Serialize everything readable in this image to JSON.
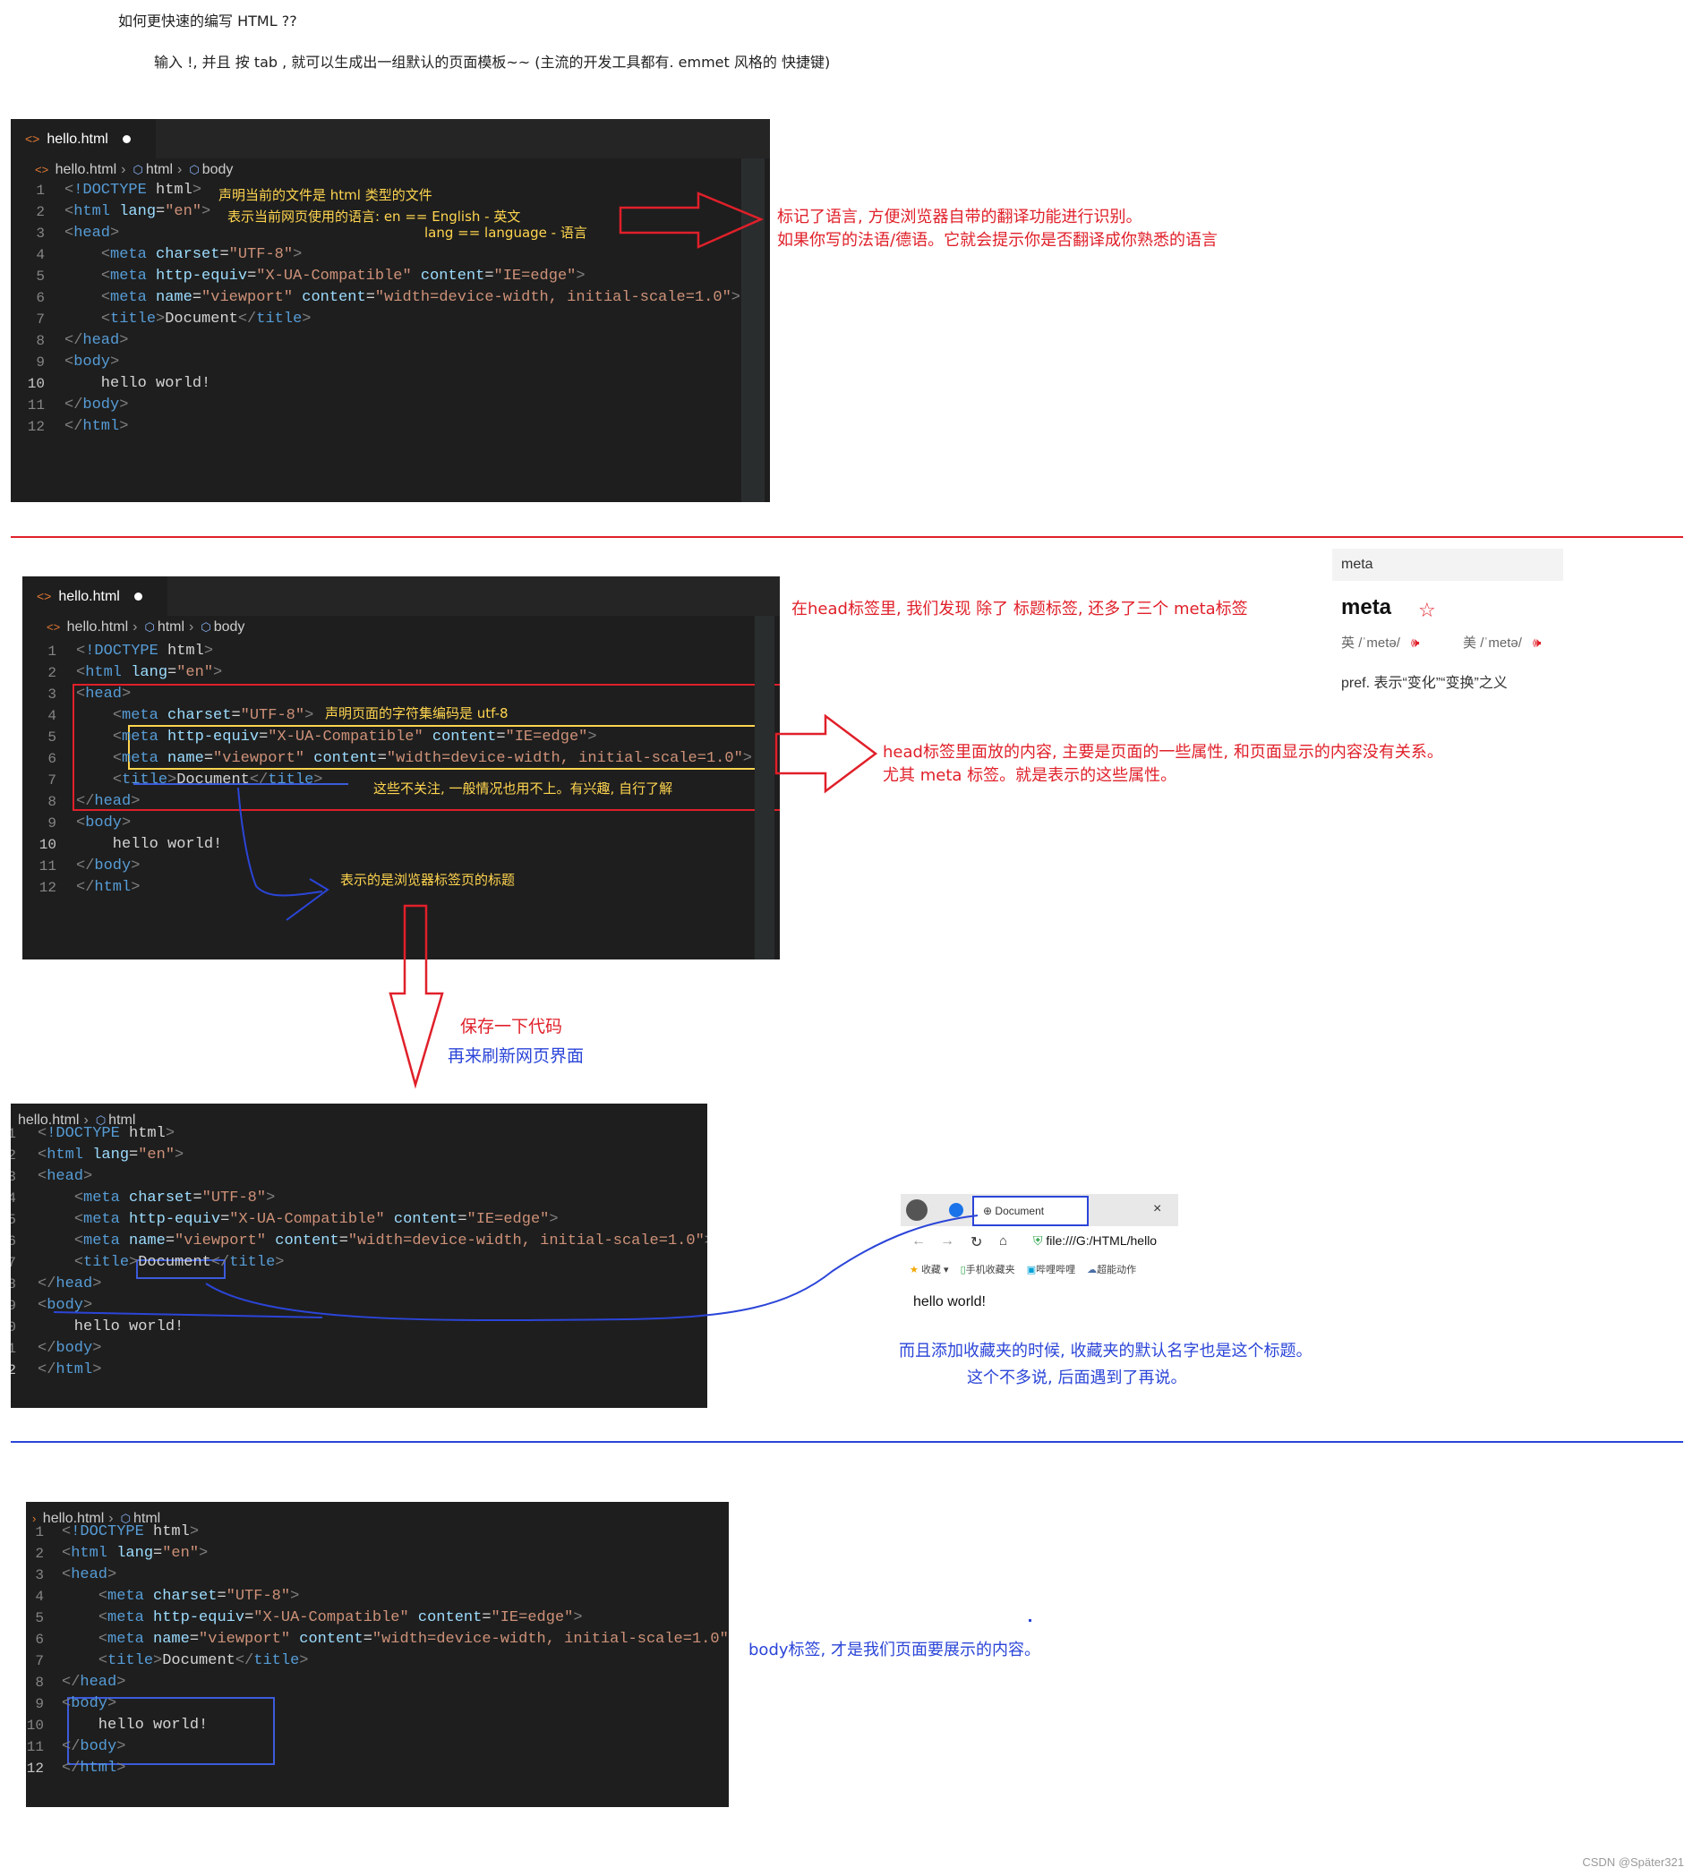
{
  "intro": {
    "question": "如何更快速的编写 HTML ??",
    "tip": "输入 !, 并且 按 tab , 就可以生成出一组默认的页面模板~~  (主流的开发工具都有. emmet 风格的 快捷键)"
  },
  "editor": {
    "tab_name": "hello.html",
    "crumb_file": "hello.html",
    "crumb_html": "html",
    "crumb_body": "body"
  },
  "code": [
    "<!DOCTYPE html>",
    "<html lang=\"en\">",
    "<head>",
    "    <meta charset=\"UTF-8\">",
    "    <meta http-equiv=\"X-UA-Compatible\" content=\"IE=edge\">",
    "    <meta name=\"viewport\" content=\"width=device-width, initial-scale=1.0\">",
    "    <title>Document</title>",
    "</head>",
    "<body>",
    "    hello world!",
    "</body>",
    "</html>"
  ],
  "line_numbers": [
    "1",
    "2",
    "3",
    "4",
    "5",
    "6",
    "7",
    "8",
    "9",
    "10",
    "11",
    "12"
  ],
  "section1": {
    "inline_doctype": "声明当前的文件是 html 类型的文件",
    "inline_lang_1": "表示当前网页使用的语言:  en == English - 英文",
    "inline_lang_2": "lang == language - 语言",
    "note_1": "标记了语言, 方便浏览器自带的翻译功能进行识别。",
    "note_2": "如果你写的法语/德语。它就会提示你是否翻译成你熟悉的语言"
  },
  "section2": {
    "top_note": "在head标签里, 我们发现 除了 标题标签, 还多了三个 meta标签",
    "inline_charset": "声明页面的字符集编码是 utf-8",
    "inline_ignore": "这些不关注, 一般情况也用不上。有兴趣, 自行了解",
    "title_note": "表示的是浏览器标签页的标题",
    "head_note_1": "head标签里面放的内容, 主要是页面的一些属性, 和页面显示的内容没有关系。",
    "head_note_2": "尤其 meta 标签。就是表示的这些属性。",
    "save_1": "保存一下代码",
    "save_2": "再来刷新网页界面"
  },
  "dictionary": {
    "search": "meta",
    "word": "meta",
    "uk_label": "英",
    "uk_phonetic": "/ˈmetə/",
    "us_label": "美",
    "us_phonetic": "/ˈmetə/",
    "definition": "pref. 表示“变化”“变换”之义"
  },
  "browser": {
    "tab_title": "Document",
    "close": "×",
    "url": "file:///G:/HTML/hello",
    "bookmarks": [
      "收藏",
      "手机收藏夹",
      "哔哩哔哩",
      "超能动作"
    ],
    "content": "hello world!"
  },
  "section3": {
    "note_1": "而且添加收藏夹的时候, 收藏夹的默认名字也是这个标题。",
    "note_2": "这个不多说, 后面遇到了再说。"
  },
  "section4": {
    "note": "body标签, 才是我们页面要展示的内容。"
  },
  "watermark": "CSDN @Später321",
  "colors": {
    "red": "#e0202a",
    "blue": "#2b45d8",
    "yellow": "#ffd54f",
    "editor_bg": "#1e1e1e"
  }
}
